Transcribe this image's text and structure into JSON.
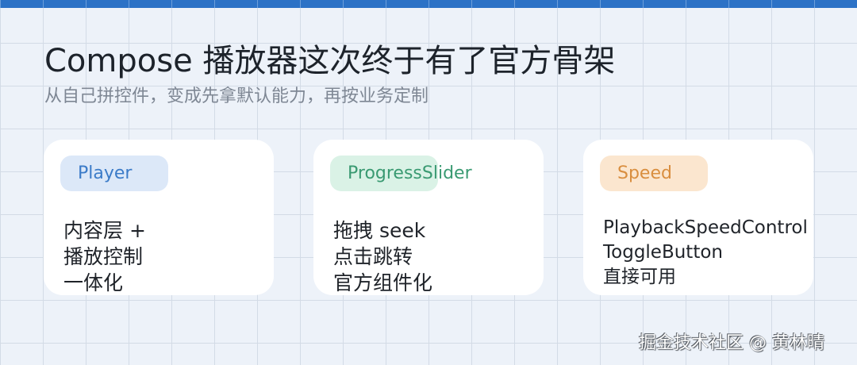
{
  "header": {
    "title": "Compose 播放器这次终于有了官方骨架",
    "subtitle": "从自己拼控件，变成先拿默认能力，再按业务定制"
  },
  "colors": {
    "top_bar": "#2c72c6",
    "background": "#edf2f9",
    "grid_line": "#d3dbe6",
    "card_bg": "#ffffff"
  },
  "cards": [
    {
      "tag": "Player",
      "tag_color": "#3b7bc8",
      "tag_bg": "#dce8f8",
      "lines": [
        "内容层 +",
        "播放控制",
        "一体化"
      ]
    },
    {
      "tag": "ProgressSlider",
      "tag_color": "#3a9a72",
      "tag_bg": "#daf2e6",
      "lines": [
        "拖拽 seek",
        "点击跳转",
        "官方组件化"
      ]
    },
    {
      "tag": "Speed",
      "tag_color": "#d98e3f",
      "tag_bg": "#fbe6cf",
      "lines": [
        "PlaybackSpeedControl",
        "ToggleButton",
        "直接可用"
      ]
    }
  ],
  "footer": {
    "watermark": "掘金技术社区 @ 黄林晴"
  }
}
